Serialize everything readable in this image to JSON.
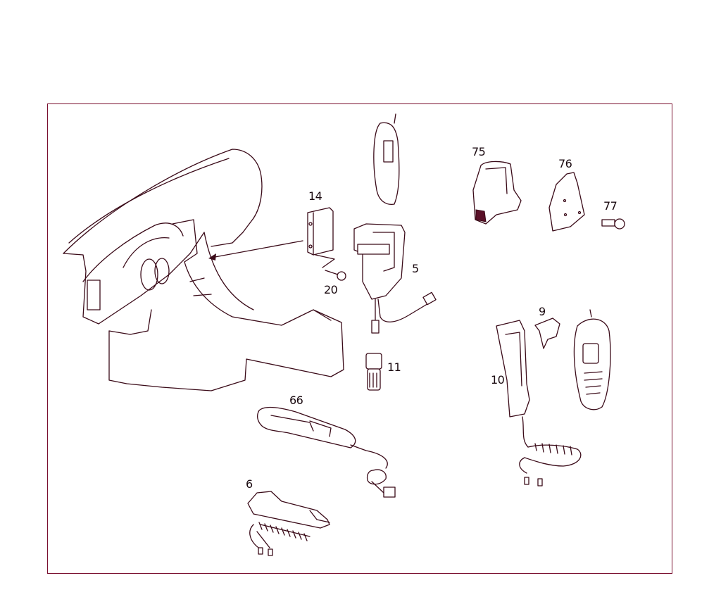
{
  "diagram": {
    "type": "exploded-parts-diagram",
    "frame_color": "#7a1030",
    "line_color": "#3a0a18",
    "parts": [
      {
        "id": "14",
        "label": "14",
        "description": "mounting bracket module (arrow into dashboard center console)"
      },
      {
        "id": "20",
        "label": "20",
        "description": "screw"
      },
      {
        "id": "5",
        "label": "5",
        "description": "phone holder cradle with cable and connector"
      },
      {
        "id": "11",
        "label": "11",
        "description": "antenna connector adapter"
      },
      {
        "id": "75",
        "label": "75",
        "description": "phone holder shell"
      },
      {
        "id": "76",
        "label": "76",
        "description": "mounting plate"
      },
      {
        "id": "77",
        "label": "77",
        "description": "bolt"
      },
      {
        "id": "9",
        "label": "9",
        "description": "clip adapter"
      },
      {
        "id": "10",
        "label": "10",
        "description": "phone cradle with coiled cable"
      },
      {
        "id": "66",
        "label": "66",
        "description": "handset with coiled cord"
      },
      {
        "id": "6",
        "label": "6",
        "description": "handset holder base with coiled cable"
      }
    ],
    "unlabeled": [
      {
        "description": "dashboard and center console assembly"
      },
      {
        "description": "mobile phone (top center)"
      },
      {
        "description": "mobile phone (right)"
      }
    ]
  }
}
